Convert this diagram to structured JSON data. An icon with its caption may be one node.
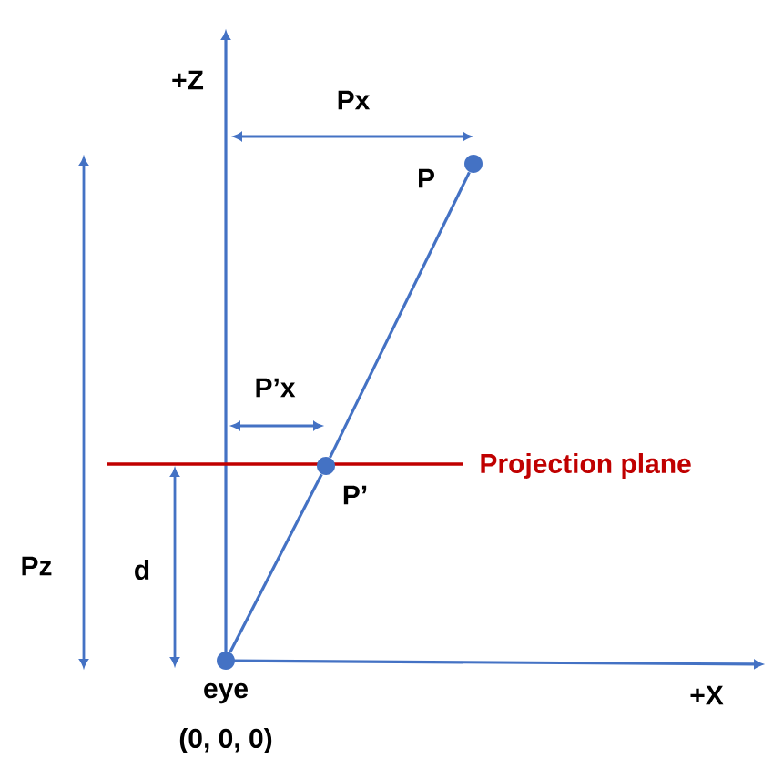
{
  "diagram": {
    "nodes": [
      {
        "text": [],
        "shape": "circle",
        "beside": [
          "eye",
          "(0, 0, 0)"
        ]
      },
      {
        "text": [],
        "shape": "circle",
        "beside": [
          "P’"
        ]
      },
      {
        "text": [],
        "shape": "circle",
        "beside": [
          "P"
        ]
      }
    ],
    "edges": [
      {
        "from": 0,
        "to": 1,
        "arrow": "none"
      },
      {
        "from": 1,
        "to": 2,
        "arrow": "none"
      }
    ],
    "labels": [
      "+Z",
      "Px",
      "P’x",
      "Projection plane",
      "Pz",
      "d",
      "+X"
    ]
  }
}
